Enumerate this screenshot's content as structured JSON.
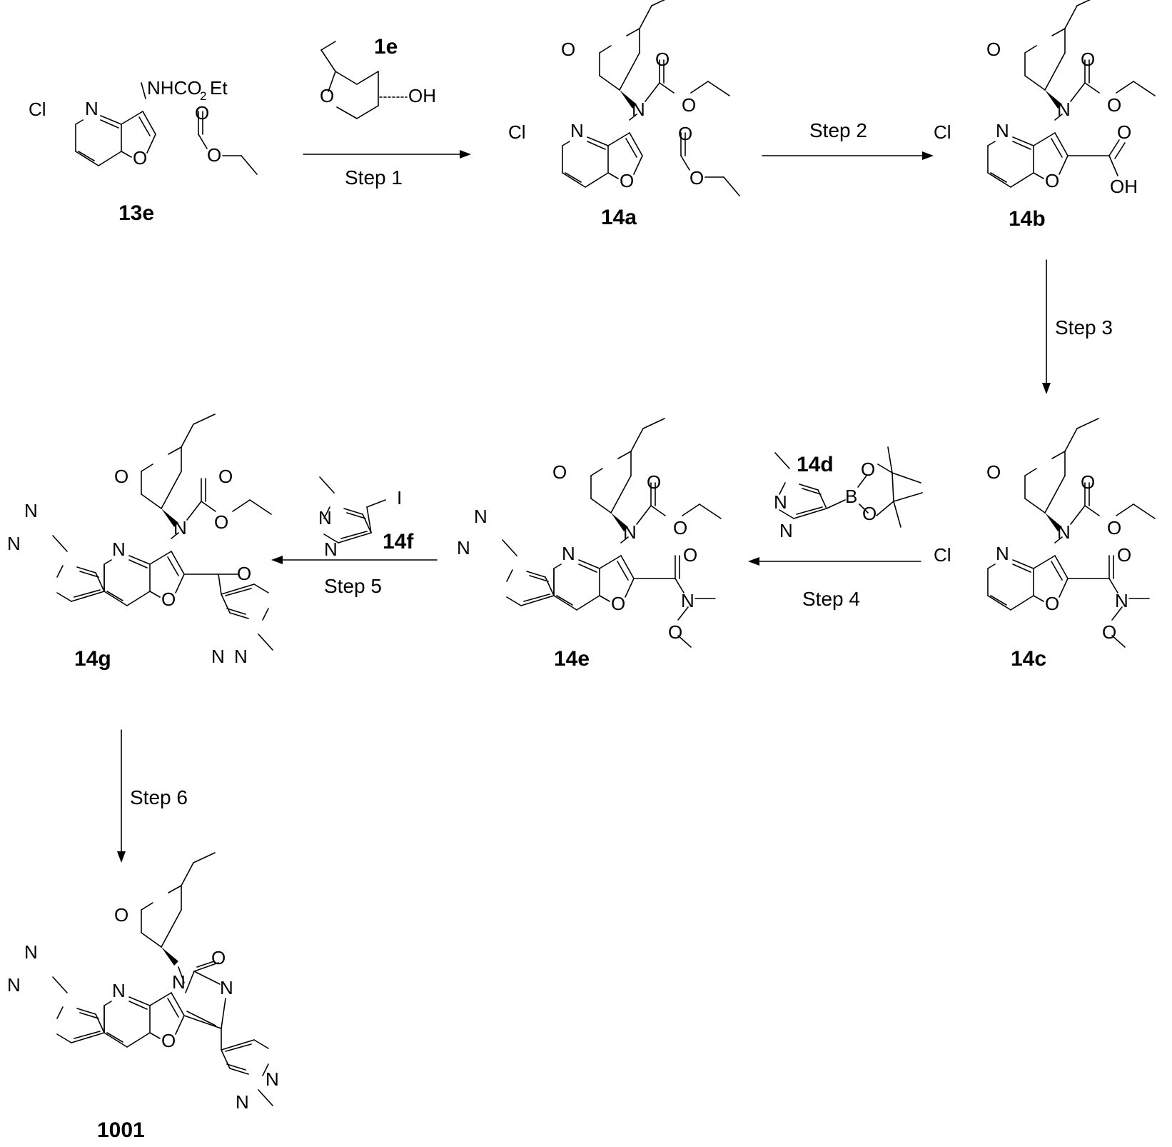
{
  "compounds": {
    "c13e": "13e",
    "c1e": "1e",
    "c14a": "14a",
    "c14b": "14b",
    "c14c": "14c",
    "c14d": "14d",
    "c14e": "14e",
    "c14f": "14f",
    "c14g": "14g",
    "c1001": "1001"
  },
  "steps": {
    "s1": "Step 1",
    "s2": "Step 2",
    "s3": "Step 3",
    "s4": "Step 4",
    "s5": "Step 5",
    "s6": "Step 6"
  },
  "atoms": {
    "cl": "Cl",
    "n": "N",
    "o": "O",
    "oh": "OH",
    "b": "B",
    "i": "I",
    "nhco": "NHCO",
    "two": "2",
    "et": "Et"
  }
}
